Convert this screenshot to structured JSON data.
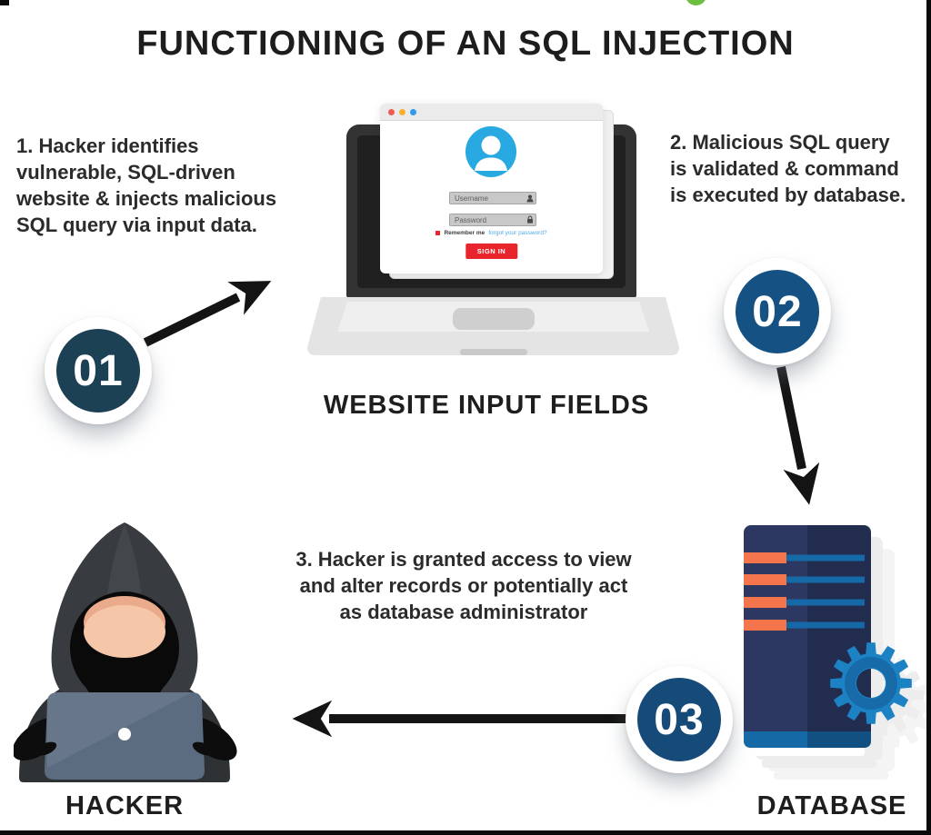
{
  "title": "FUNCTIONING OF AN SQL INJECTION",
  "steps": {
    "one": {
      "badge": "01",
      "lines": [
        "1. Hacker identifies",
        "vulnerable, SQL-driven",
        "website & injects malicious",
        "SQL query via input data."
      ]
    },
    "two": {
      "badge": "02",
      "lines": [
        "2. Malicious SQL query",
        "is validated & command",
        "is executed by database."
      ]
    },
    "three": {
      "badge": "03",
      "lines": [
        "3. Hacker is granted access to view",
        "and alter records or potentially act",
        "as database administrator"
      ]
    }
  },
  "website": {
    "label": "WEBSITE INPUT FIELDS",
    "login_form": {
      "username_placeholder": "Username",
      "password_placeholder": "Password",
      "remember_me": "Remember me",
      "forgot_password": "forgot your password?",
      "sign_in": "SIGN IN"
    }
  },
  "hacker": {
    "label": "HACKER"
  },
  "database": {
    "label": "DATABASE"
  },
  "colors": {
    "badge_step1": "#1d4154",
    "badge_step2": "#165184",
    "badge_step3": "#164a78",
    "avatar_blue": "#29a9e1",
    "sign_in_red": "#e8252c",
    "database_navy": "#2c3862",
    "database_orange": "#f4744c",
    "database_blue": "#1569a6",
    "gear_blue": "#1d82c4",
    "arrow_black": "#141414",
    "accent_green": "#6cbf3e"
  }
}
